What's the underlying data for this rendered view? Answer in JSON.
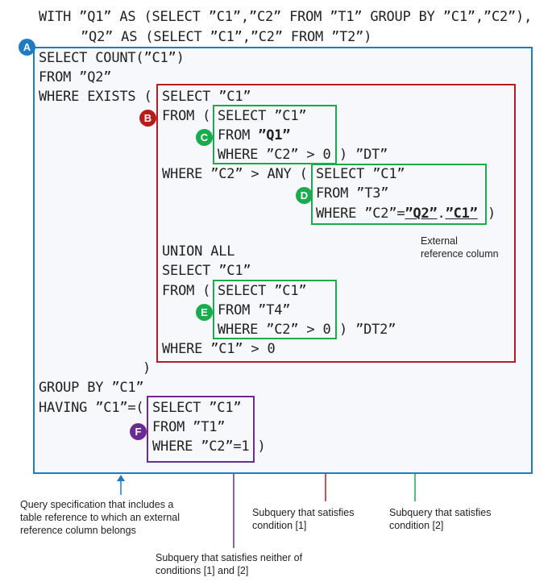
{
  "colors": {
    "A": "#1f7bc4",
    "B": "#b71c1c",
    "C": "#1aab4e",
    "F": "#6a2c91",
    "fill": "#f6f8fc"
  },
  "badges": {
    "A": "A",
    "B": "B",
    "C": "C",
    "D": "D",
    "E": "E",
    "F": "F"
  },
  "with_clause": {
    "line1": "WITH ”Q1” AS (SELECT ”C1”,”C2” FROM ”T1” GROUP BY ”C1”,”C2”),",
    "line2": "”Q2” AS (SELECT ”C1”,”C2” FROM ”T2”)"
  },
  "outer": {
    "select": "SELECT COUNT(”C1”)",
    "from": "FROM ”Q2”",
    "where_exists": "WHERE EXISTS (",
    "close_paren": ")",
    "group_by": "GROUP BY ”C1”",
    "having": "HAVING ”C1”=("
  },
  "b": {
    "select": "SELECT ”C1”",
    "from_open": "FROM (",
    "dt_close": ") ”DT”",
    "where_any": "WHERE ”C2” > ANY (",
    "any_close": ")",
    "union_all": "UNION ALL",
    "select2": "SELECT ”C1”",
    "from_open2": "FROM (",
    "dt2_close": ") ”DT2”",
    "where_last": "WHERE ”C1” > 0"
  },
  "c": {
    "select": "SELECT ”C1”",
    "from_prefix": "FROM ",
    "from_table": "”Q1”",
    "where": "WHERE ”C2” > 0"
  },
  "d": {
    "select": "SELECT ”C1”",
    "from": "FROM ”T3”",
    "where_prefix": "WHERE ”C2”=",
    "ref_table": "”Q2”",
    "dot": ".",
    "ref_col": "”C1”"
  },
  "e": {
    "select": "SELECT ”C1”",
    "from": "FROM ”T4”",
    "where": "WHERE ”C2” > 0"
  },
  "f": {
    "select": "SELECT ”C1”",
    "from": "FROM ”T1”",
    "where": "WHERE ”C2”=1 )"
  },
  "captions": {
    "external_ref": "External\nreference column",
    "query_spec": "Query specification that includes a\ntable reference to which an external\nreference column belongs",
    "cond1": "Subquery that satisfies\ncondition [1]",
    "cond2": "Subquery that satisfies\ncondition [2]",
    "neither": "Subquery that satisfies neither of\nconditions [1] and [2]"
  }
}
